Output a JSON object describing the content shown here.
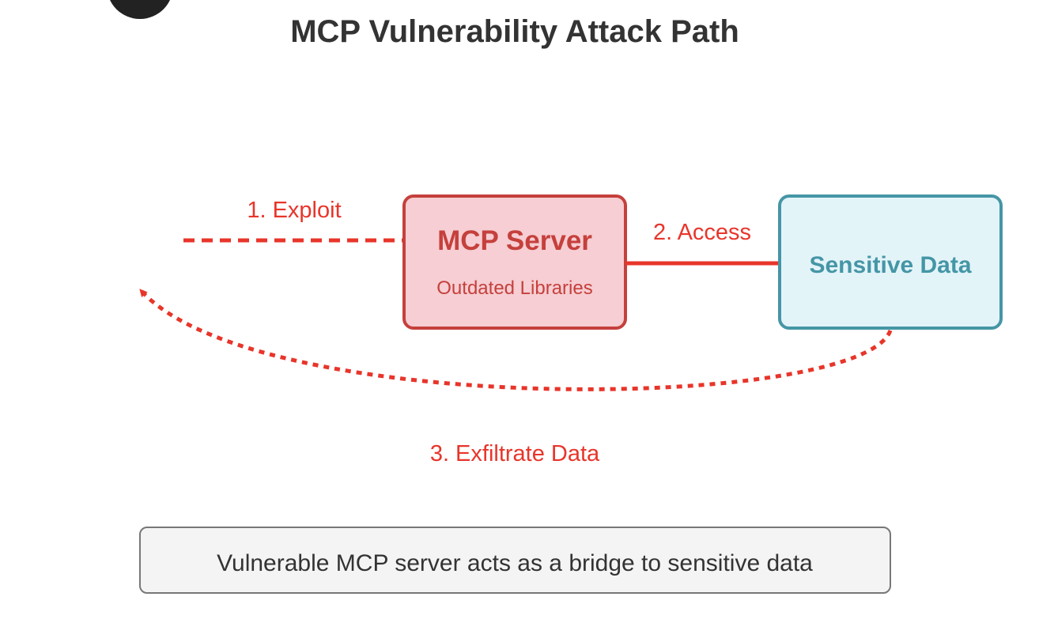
{
  "title": "MCP Vulnerability Attack Path",
  "nodes": {
    "mcp_server": {
      "label": "MCP Server",
      "sublabel": "Outdated Libraries"
    },
    "sensitive_data": {
      "label": "Sensitive Data"
    }
  },
  "edges": {
    "exploit": "1. Exploit",
    "access": "2. Access",
    "exfiltrate": "3. Exfiltrate Data"
  },
  "caption": "Vulnerable MCP server acts as a bridge to sensitive data",
  "colors": {
    "attack": "#e8352a",
    "server_fill": "#f6ced3",
    "server_stroke": "#c5403c",
    "data_fill": "#e3f4f9",
    "data_stroke": "#4596a6",
    "title": "#333333"
  }
}
